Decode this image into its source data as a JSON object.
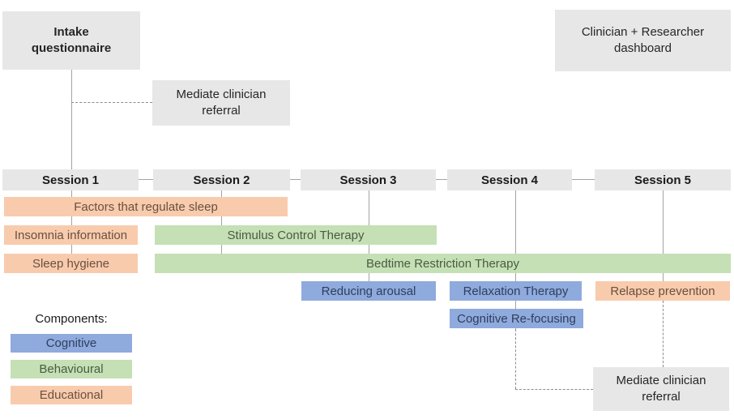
{
  "palette": {
    "box_gray": "#e8e7e7",
    "cognitive_blue": "#8faadc",
    "behavioural_green": "#c5e0b4",
    "educational_orange": "#f8cbad",
    "connector_line_gray": "#a3a3a3",
    "dashed_line_gray": "#8c8c8c"
  },
  "boxes": {
    "intake": "Intake questionnaire",
    "mediate_top": "Mediate clinician referral",
    "dashboard": "Clinician + Researcher dashboard",
    "mediate_bottom": "Mediate clinician referral"
  },
  "sessions": [
    {
      "label": "Session 1"
    },
    {
      "label": "Session 2"
    },
    {
      "label": "Session 3"
    },
    {
      "label": "Session 4"
    },
    {
      "label": "Session 5"
    }
  ],
  "bars": [
    {
      "label": "Factors that regulate sleep",
      "component": "Educational",
      "sessions_spanned": "1-2"
    },
    {
      "label": "Insomnia information",
      "component": "Educational",
      "sessions_spanned": "1"
    },
    {
      "label": "Stimulus Control Therapy",
      "component": "Behavioural",
      "sessions_spanned": "2-3"
    },
    {
      "label": "Sleep hygiene",
      "component": "Educational",
      "sessions_spanned": "1"
    },
    {
      "label": "Bedtime Restriction Therapy",
      "component": "Behavioural",
      "sessions_spanned": "2-5"
    },
    {
      "label": "Reducing arousal",
      "component": "Cognitive",
      "sessions_spanned": "3"
    },
    {
      "label": "Relaxation Therapy",
      "component": "Cognitive",
      "sessions_spanned": "4"
    },
    {
      "label": "Relapse prevention",
      "component": "Educational",
      "sessions_spanned": "5"
    },
    {
      "label": "Cognitive Re-focusing",
      "component": "Cognitive",
      "sessions_spanned": "4"
    }
  ],
  "legend": {
    "title": "Components:",
    "items": [
      {
        "label": "Cognitive",
        "color": "#8faadc"
      },
      {
        "label": "Behavioural",
        "color": "#c5e0b4"
      },
      {
        "label": "Educational",
        "color": "#f8cbad"
      }
    ]
  }
}
